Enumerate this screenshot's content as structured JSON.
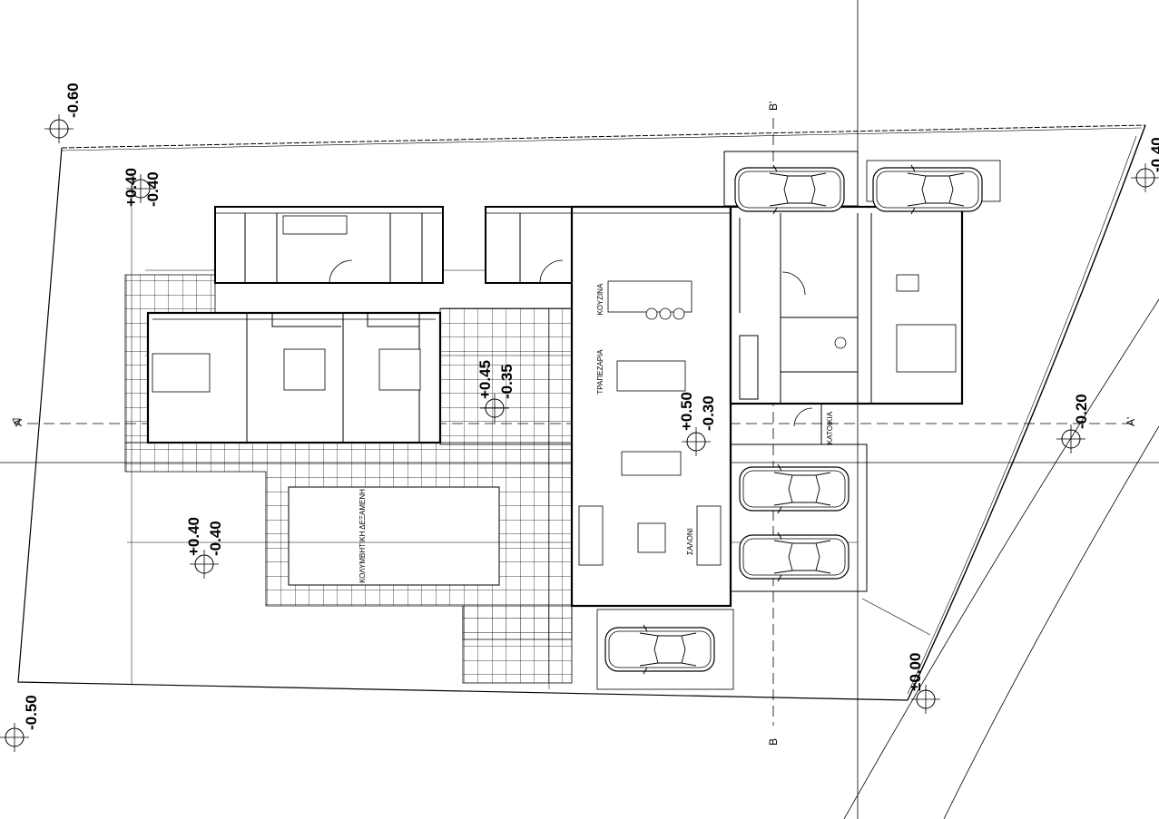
{
  "levels": {
    "top_left": "-0.60",
    "garden_top_a": "+0.40",
    "garden_top_b": "-0.40",
    "terrace_a": "+0.45",
    "terrace_b": "-0.35",
    "entrance_a": "+0.50",
    "entrance_b": "-0.30",
    "pool_a": "+0.40",
    "pool_b": "-0.40",
    "right_top": "-0.40",
    "right_mid": "-0.20",
    "road": "±0.00",
    "bottom_left": "-0.50"
  },
  "sections": {
    "a": "A",
    "a_prime": "A'",
    "b": "B",
    "b_prime": "B'"
  },
  "rooms": {
    "kitchen": "ΚΟΥΖΙΝΑ",
    "dining": "ΤΡΑΠΕΖΑΡΙΑ",
    "living": "ΣΑΛΟΝΙ",
    "pool": "ΚΟΛΥΜΒΗΤΙΚΗ ΔΕΞΑΜΕΝΗ",
    "residence": "ΚΑΤΟΙΚΙΑ"
  },
  "colors": {
    "line": "#000000",
    "background": "#ffffff"
  }
}
